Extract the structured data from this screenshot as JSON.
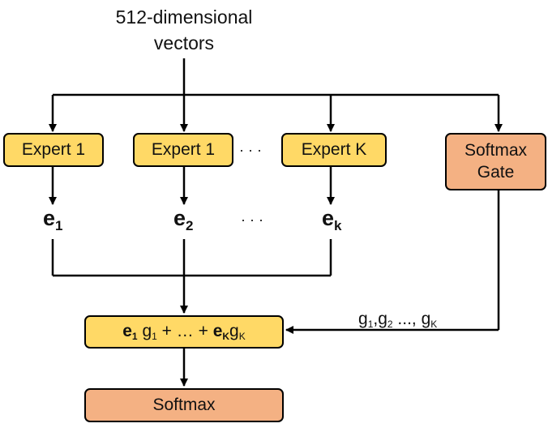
{
  "input": {
    "line1": "512-dimensional",
    "line2": "vectors"
  },
  "experts": [
    {
      "label": "Expert 1"
    },
    {
      "label": "Expert 1"
    },
    {
      "label": "Expert K"
    }
  ],
  "ellipsis": "· · ·",
  "gate": {
    "line1": "Softmax",
    "line2": "Gate"
  },
  "outputs": [
    {
      "base": "e",
      "sub": "1"
    },
    {
      "base": "e",
      "sub": "2"
    },
    {
      "base": "e",
      "sub": "k"
    }
  ],
  "combine": {
    "t1": "e",
    "s1": "1",
    "t2": " g",
    "s2": "1",
    "t3": " + … + ",
    "t4": "e",
    "s4": "K",
    "t5": "g",
    "s5": "K"
  },
  "gate_values": {
    "t1": "g",
    "s1": "1",
    "t2": ",g",
    "s2": "2",
    "t3": " ..., g",
    "s3": "K"
  },
  "softmax": {
    "label": "Softmax"
  },
  "colors": {
    "expert_fill": "#ffd966",
    "softmax_fill": "#f4b183",
    "line": "#000000"
  }
}
